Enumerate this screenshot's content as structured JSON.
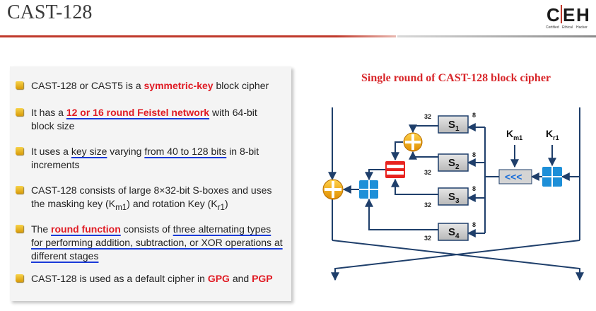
{
  "header": {
    "title": "CAST-128",
    "logo": {
      "letters": [
        "C",
        "E",
        "H"
      ],
      "sub": [
        "Certified",
        "Ethical",
        "Hacker"
      ]
    }
  },
  "colors": {
    "rule_left": "#c0392b",
    "rule_right": "#9a9a9a",
    "accent_red": "#e01b24",
    "underline_blue": "#1a3ad8",
    "box_blue": "#1d8fd8",
    "adder_gold": "#f0a500"
  },
  "bullets": [
    {
      "parts": [
        "CAST-128 or CAST5 is a ",
        "symmetric-key",
        " block cipher"
      ]
    },
    {
      "parts": [
        "It has a ",
        "12 or 16 round Feistel network",
        " with 64-bit block size"
      ]
    },
    {
      "parts": [
        "It uses a ",
        "key size",
        " varying ",
        "from 40 to 128 bits",
        " in 8-bit increments"
      ]
    },
    {
      "parts": [
        "CAST-128 consists of large 8×32-bit S-boxes and uses the masking key (K",
        "m1",
        ") and rotation Key (K",
        "r1",
        ")"
      ]
    },
    {
      "parts": [
        "The ",
        "round function",
        " consists of ",
        "three alternating types for performing addition, subtraction, or XOR operations at different stages"
      ]
    },
    {
      "parts": [
        "CAST-128 is used as a default cipher in ",
        "GPG",
        " and ",
        "PGP"
      ]
    }
  ],
  "diagram": {
    "title": "Single round of CAST-128 block cipher",
    "sboxes": [
      {
        "base": "S",
        "sub": "1"
      },
      {
        "base": "S",
        "sub": "2"
      },
      {
        "base": "S",
        "sub": "3"
      },
      {
        "base": "S",
        "sub": "4"
      }
    ],
    "bit_labels": {
      "in": "32",
      "out": "8"
    },
    "keys": {
      "km": {
        "base": "K",
        "sub": "m1"
      },
      "kr": {
        "base": "K",
        "sub": "r1"
      }
    },
    "rotate_label": "<<<"
  }
}
